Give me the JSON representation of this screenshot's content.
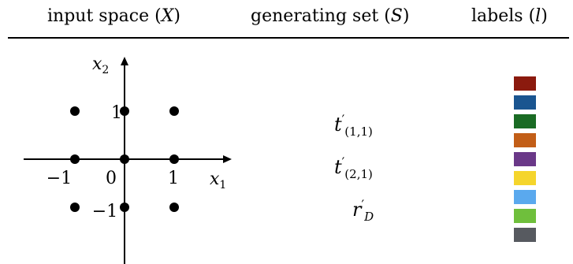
{
  "headers": {
    "input_text": "input space (",
    "input_sym": "X",
    "input_close": ")",
    "gen_text": "generating set (",
    "gen_sym": "S",
    "gen_close": ")",
    "labels_text": "labels (",
    "labels_sym": "l",
    "labels_close": ")"
  },
  "plot": {
    "axis_x": "x",
    "axis_x_sub": "1",
    "axis_y": "x",
    "axis_y_sub": "2",
    "ticks": {
      "neg1_x": "−1",
      "zero": "0",
      "pos1_x": "1",
      "pos1_y": "1",
      "neg1_y": "−1"
    },
    "points": [
      [
        -1,
        1
      ],
      [
        0,
        1
      ],
      [
        1,
        1
      ],
      [
        -1,
        0
      ],
      [
        0,
        0
      ],
      [
        1,
        0
      ],
      [
        -1,
        -1
      ],
      [
        0,
        -1
      ],
      [
        1,
        -1
      ]
    ]
  },
  "generating_set": [
    {
      "base": "t",
      "prime": "′",
      "sub": "(1,1)"
    },
    {
      "base": "t",
      "prime": "′",
      "sub": "(2,1)"
    },
    {
      "base": "r",
      "prime": "′",
      "sub": "D"
    }
  ],
  "labels": {
    "colors": [
      "#8b1a0e",
      "#1a5590",
      "#1a6b24",
      "#c25e17",
      "#6a3888",
      "#f5d52c",
      "#5aa9ee",
      "#6fbf3c",
      "#575a60"
    ]
  }
}
